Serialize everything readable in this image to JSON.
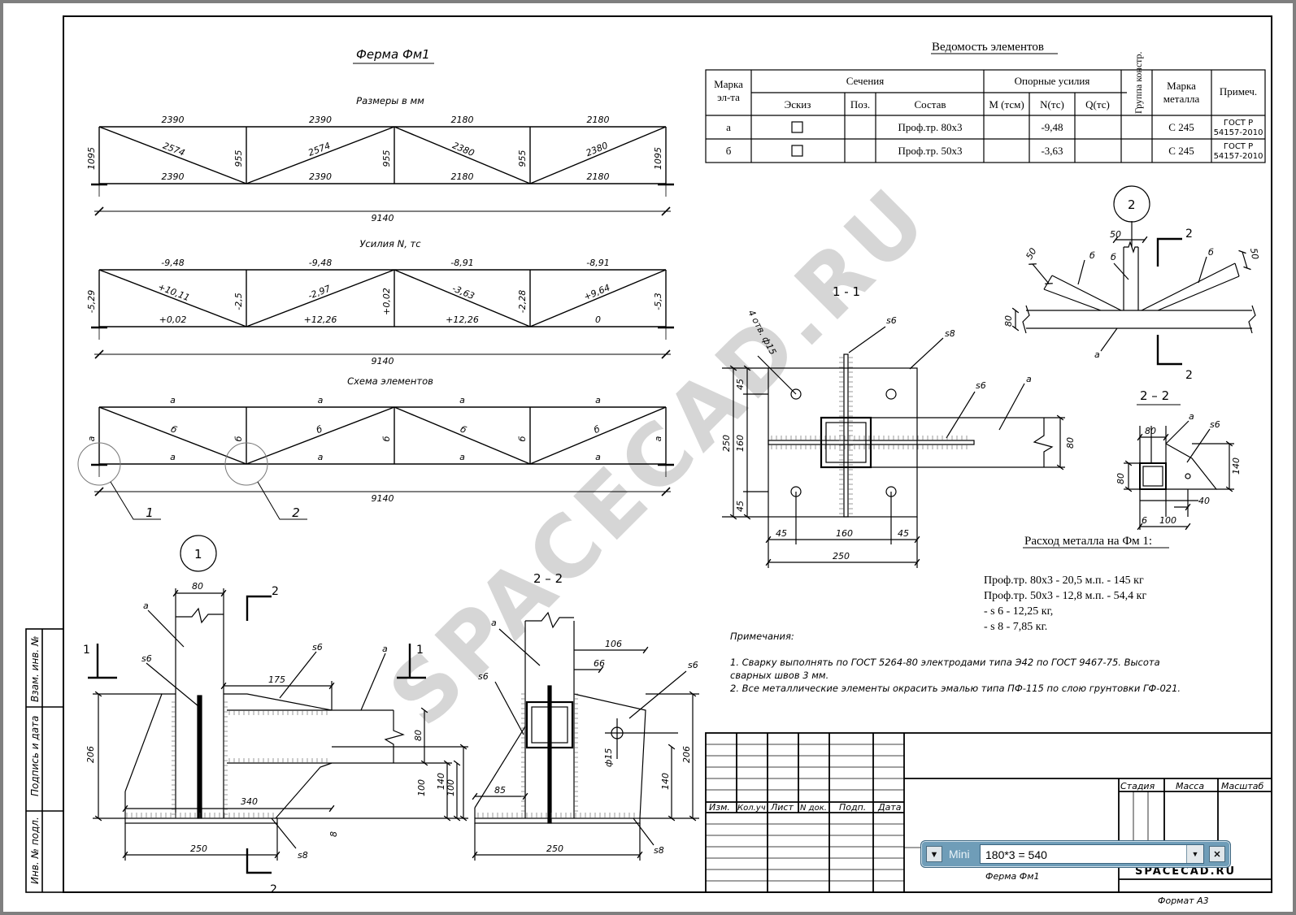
{
  "main_title": "Ферма Фм1",
  "diagrams": {
    "dimensions": {
      "title": "Размеры в мм",
      "top_chords": [
        "2390",
        "2390",
        "2180",
        "2180"
      ],
      "bottom_chords": [
        "2390",
        "2390",
        "2180",
        "2180"
      ],
      "diagonals": [
        "2574",
        "2574",
        "2380",
        "2380"
      ],
      "end_posts": [
        "1095",
        "1095"
      ],
      "inner_posts": [
        "955",
        "955",
        "955"
      ],
      "span": "9140"
    },
    "forces": {
      "title": "Усилия N, тс",
      "top_chords": [
        "-9,48",
        "-9,48",
        "-8,91",
        "-8,91"
      ],
      "bottom_chords": [
        "+0,02",
        "+12,26",
        "+12,26",
        "0"
      ],
      "diagonals": [
        "+10,11",
        "-2,97",
        "-3,63",
        "+9,64"
      ],
      "end_posts": [
        "-5,29",
        "-5,3"
      ],
      "inner_posts": [
        "-2,5",
        "+0,02",
        "-2,28"
      ],
      "span": "9140"
    },
    "elements": {
      "title": "Схема элементов",
      "top_chords": [
        "а",
        "а",
        "а",
        "а"
      ],
      "bottom_chords": [
        "а",
        "а",
        "а",
        "а"
      ],
      "diagonals": [
        "б",
        "б",
        "б",
        "б"
      ],
      "end_posts": [
        "а",
        "а"
      ],
      "inner_posts": [
        "б",
        "б",
        "б"
      ],
      "span": "9140",
      "callouts": [
        "1",
        "2"
      ]
    }
  },
  "table": {
    "title": "Ведомость элементов",
    "headers": {
      "mark": "Марка эл-та",
      "sections": "Сечения",
      "sketch": "Эскиз",
      "pos": "Поз.",
      "composition": "Состав",
      "forces": "Опорные усилия",
      "m": "М (тсм)",
      "n": "N(тс)",
      "q": "Q(тс)",
      "group": "Группа констр.",
      "steel": "Марка металла",
      "note": "Примеч."
    },
    "rows": [
      {
        "mark": "а",
        "composition": "Проф.тр. 80х3",
        "n": "-9,48",
        "steel": "С 245",
        "note": "ГОСТ Р 54157-2010"
      },
      {
        "mark": "б",
        "composition": "Проф.тр. 50х3",
        "n": "-3,63",
        "steel": "С 245",
        "note": "ГОСТ Р 54157-2010"
      }
    ]
  },
  "node1": {
    "circle": "1",
    "labels": {
      "a1": "а",
      "s6a": "s6",
      "s6b": "s6",
      "a2": "а",
      "s8": "s8",
      "dim80": "80",
      "dim175": "175",
      "dim340": "340",
      "dim250": "250",
      "dim206": "206",
      "dim100": "100",
      "dim140": "140",
      "dim80v": "80",
      "dim8": "8",
      "cut2top": "2",
      "cut2bot": "2",
      "cut1l": "1",
      "cut1r": "1"
    }
  },
  "section22a": {
    "title": "2 – 2",
    "labels": {
      "a": "а",
      "s6a": "s6",
      "s6b": "s6",
      "s8": "s8",
      "dim106": "106",
      "dim66": "66",
      "dim85": "85",
      "dim250": "250",
      "dim100": "100",
      "dim140": "140",
      "dim206": "206",
      "dim15": "ф15"
    }
  },
  "section11": {
    "title": "1 - 1",
    "labels": {
      "holes": "4 отв. ф15",
      "s6a": "s6",
      "s8": "s8",
      "s6b": "s6",
      "a": "а",
      "dim45a": "45",
      "dim160a": "160",
      "dim45b": "45",
      "dim250v": "250",
      "dim45c": "45",
      "dim160b": "160",
      "dim45d": "45",
      "dim250h": "250",
      "dim80": "80"
    }
  },
  "node2": {
    "circle": "2",
    "labels": {
      "dim50a": "50",
      "dim50b": "50",
      "dim50c": "50",
      "dim80": "80",
      "b1": "б",
      "b2": "б",
      "b3": "б",
      "a": "а",
      "cut2a": "2",
      "cut2b": "2"
    }
  },
  "section22b": {
    "title": "2 – 2",
    "labels": {
      "a": "а",
      "s6": "s6",
      "dim80": "80",
      "dim80v": "80",
      "dim140": "140",
      "dim40": "40",
      "dim6": "6",
      "dim100": "100"
    }
  },
  "metal": {
    "title": "Расход металла на Фм 1:",
    "lines": [
      "Проф.тр. 80х3 - 20,5 м.п. - 145 кг",
      "Проф.тр. 50х3 - 12,8 м.п. - 54,4 кг",
      "- s  6 - 12,25 кг,",
      "- s  8 - 7,85 кг."
    ]
  },
  "notes": {
    "title": "Примечания:",
    "lines": [
      "1. Сварку выполнять по ГОСТ 5264-80 электродами типа Э42 по ГОСТ 9467-75. Высота",
      "сварных швов 3 мм.",
      "2. Все металлические элементы окрасить эмалью типа ПФ-115 по слою грунтовки ГФ-021."
    ]
  },
  "stamp": {
    "columns": [
      "Изм.",
      "Кол.уч",
      "Лист",
      "N док.",
      "Подп.",
      "Дата"
    ],
    "stage": "Стадия",
    "mass": "Масса",
    "scale": "Масштаб",
    "drawing_name": "Ферма Фм1",
    "brand": "SPACECAD.RU",
    "format": "Формат А3"
  },
  "side_stamp": [
    "Инв. № подл.",
    "Подпись и дата",
    "Взам. инв. №"
  ],
  "watermark": "SPACECAD.RU",
  "mini_toolbar": {
    "label": "Mini",
    "value": "180*3 = 540"
  }
}
